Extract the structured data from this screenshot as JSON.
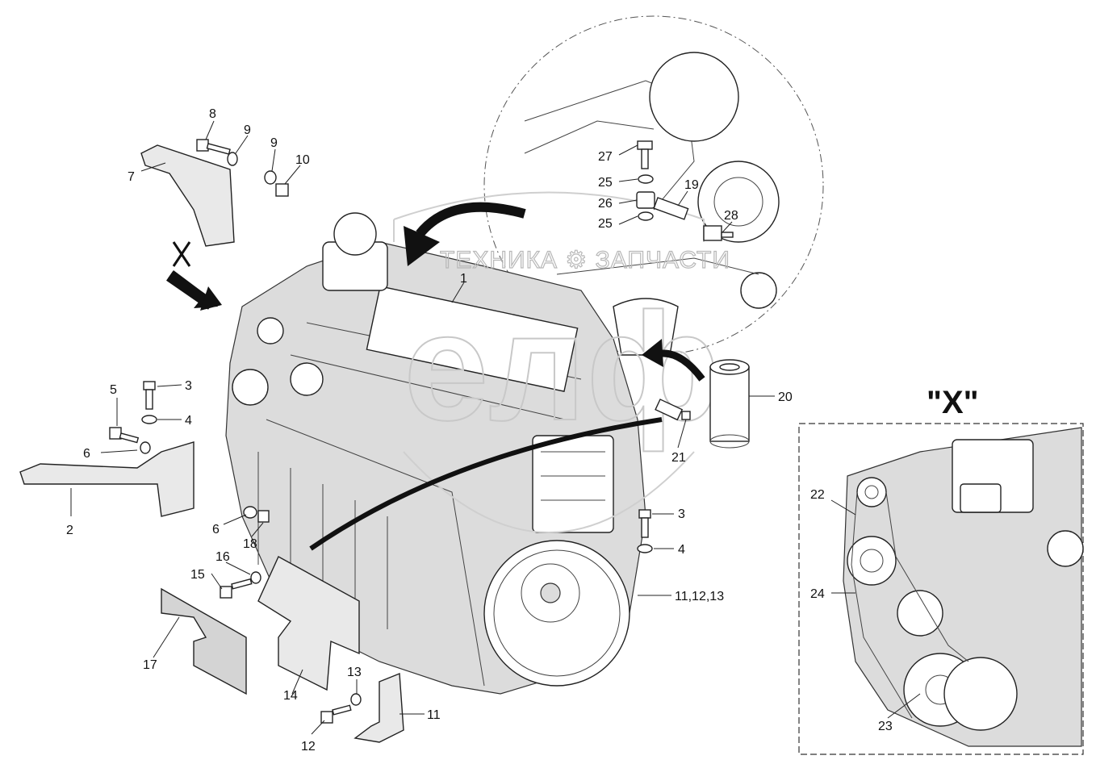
{
  "watermark": {
    "brand_text": "ТЕХНИКА ⚙ ЗАПЧАСТИ",
    "logo_text": "eлф"
  },
  "inset": {
    "title": "\"X\""
  },
  "view_marker": "X",
  "callouts": [
    {
      "id": "c1",
      "text": "1"
    },
    {
      "id": "c2",
      "text": "2"
    },
    {
      "id": "c3a",
      "text": "3"
    },
    {
      "id": "c3b",
      "text": "3"
    },
    {
      "id": "c4a",
      "text": "4"
    },
    {
      "id": "c4b",
      "text": "4"
    },
    {
      "id": "c5",
      "text": "5"
    },
    {
      "id": "c6a",
      "text": "6"
    },
    {
      "id": "c6b",
      "text": "6"
    },
    {
      "id": "c7",
      "text": "7"
    },
    {
      "id": "c8",
      "text": "8"
    },
    {
      "id": "c9a",
      "text": "9"
    },
    {
      "id": "c9b",
      "text": "9"
    },
    {
      "id": "c10",
      "text": "10"
    },
    {
      "id": "c11a",
      "text": "11,12,13"
    },
    {
      "id": "c11b",
      "text": "11"
    },
    {
      "id": "c12",
      "text": "12"
    },
    {
      "id": "c13",
      "text": "13"
    },
    {
      "id": "c14",
      "text": "14"
    },
    {
      "id": "c15",
      "text": "15"
    },
    {
      "id": "c16",
      "text": "16"
    },
    {
      "id": "c17",
      "text": "17"
    },
    {
      "id": "c18",
      "text": "18"
    },
    {
      "id": "c19",
      "text": "19"
    },
    {
      "id": "c20",
      "text": "20"
    },
    {
      "id": "c21",
      "text": "21"
    },
    {
      "id": "c22",
      "text": "22"
    },
    {
      "id": "c23",
      "text": "23"
    },
    {
      "id": "c24",
      "text": "24"
    },
    {
      "id": "c25a",
      "text": "25"
    },
    {
      "id": "c25b",
      "text": "25"
    },
    {
      "id": "c26",
      "text": "26"
    },
    {
      "id": "c27",
      "text": "27"
    },
    {
      "id": "c28",
      "text": "28"
    }
  ]
}
